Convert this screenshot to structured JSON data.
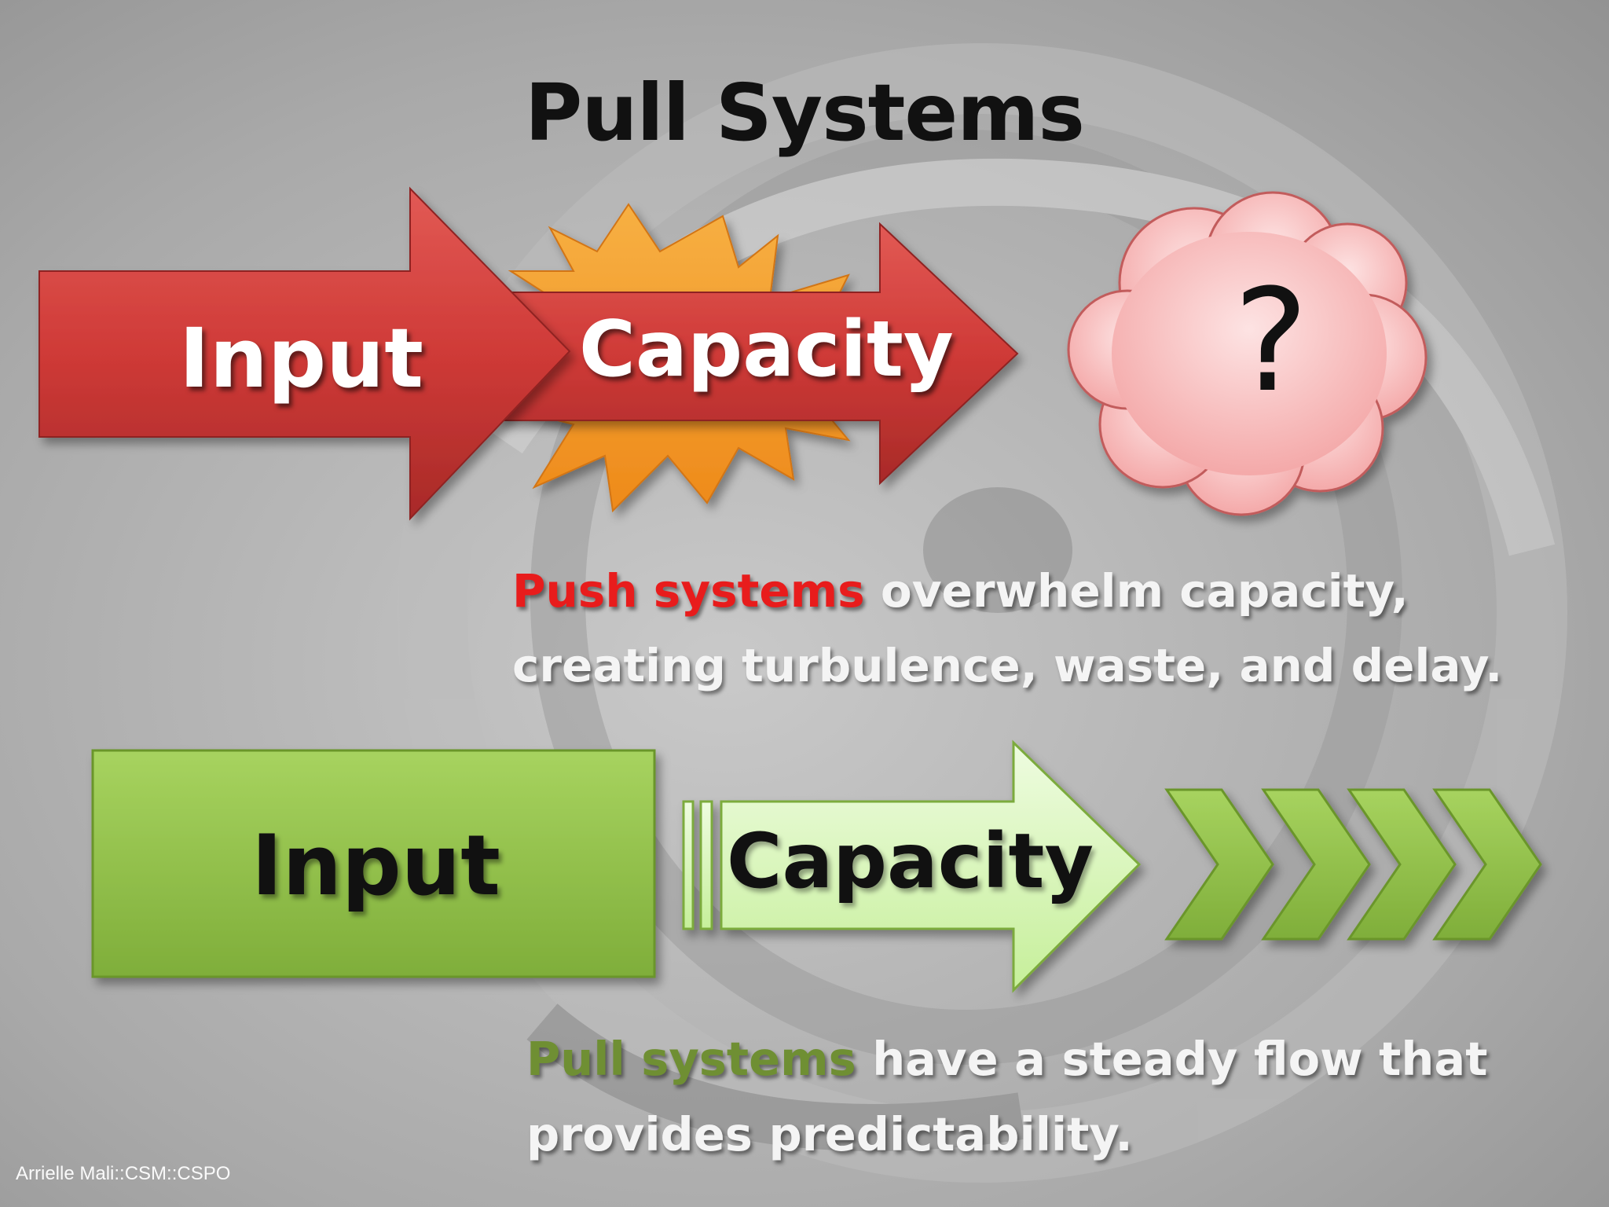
{
  "slide": {
    "title": "Pull Systems",
    "credit": "Arrielle Mali::CSM::CSPO"
  },
  "push": {
    "input_label": "Input",
    "capacity_label": "Capacity",
    "outcome_symbol": "?",
    "caption_emphasis": "Push systems",
    "caption_line1_rest": " overwhelm capacity,",
    "caption_line2": "creating turbulence, waste, and delay."
  },
  "pull": {
    "input_label": "Input",
    "capacity_label": "Capacity",
    "caption_emphasis": "Pull systems",
    "caption_line1_rest": " have a steady flow that",
    "caption_line2": "provides predictability."
  },
  "colors": {
    "push_red": "#cf3a37",
    "burst_orange": "#f39a2a",
    "cloud_pink": "#f7b7b7",
    "pull_green": "#8fc14a",
    "pull_light_green": "#d9f7b6",
    "push_emphasis": "#e81c1c",
    "pull_emphasis": "#6f8f33"
  },
  "icons": [
    "right-arrow-icon",
    "explosion-burst-icon",
    "cloud-icon",
    "chevron-right-icon"
  ]
}
